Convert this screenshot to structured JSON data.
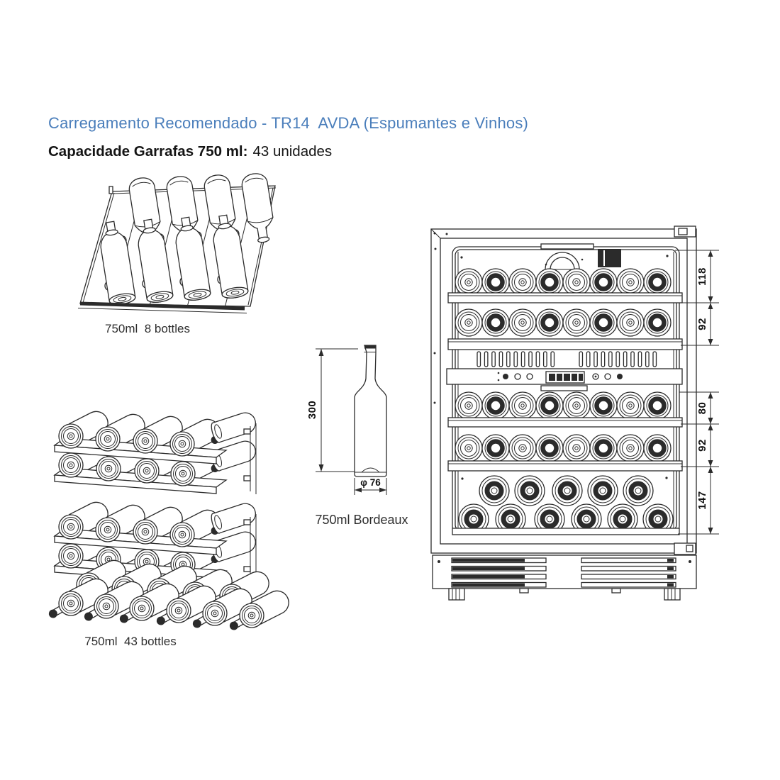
{
  "header": {
    "title": "Carregamento Recomendado - TR14  AVDA (Espumantes e Vinhos)",
    "capacity_label": "Capacidade Garrafas 750 ml:",
    "capacity_value": "43 unidades"
  },
  "figures": {
    "shelf8": {
      "caption": "750ml  8 bottles"
    },
    "stack43": {
      "caption": "750ml  43 bottles"
    },
    "bottle": {
      "caption": "750ml Bordeaux",
      "height_mm": "300",
      "diameter": "φ 76"
    },
    "cooler": {
      "dims": [
        {
          "label": "118"
        },
        {
          "label": "92"
        },
        {
          "label": "80"
        },
        {
          "label": "92"
        },
        {
          "label": "147"
        }
      ]
    }
  },
  "colors": {
    "title_blue": "#4a7ebb",
    "line": "#2b2b2b",
    "background": "#ffffff"
  }
}
